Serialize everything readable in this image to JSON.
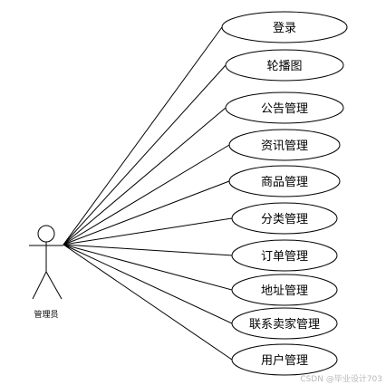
{
  "diagram": {
    "actor": {
      "label": "管理员"
    },
    "use_cases": [
      {
        "label": "登录"
      },
      {
        "label": "轮播图"
      },
      {
        "label": "公告管理"
      },
      {
        "label": "资讯管理"
      },
      {
        "label": "商品管理"
      },
      {
        "label": "分类管理"
      },
      {
        "label": "订单管理"
      },
      {
        "label": "地址管理"
      },
      {
        "label": "联系卖家管理"
      },
      {
        "label": "用户管理"
      }
    ],
    "watermark": "CSDN @毕业设计703"
  }
}
